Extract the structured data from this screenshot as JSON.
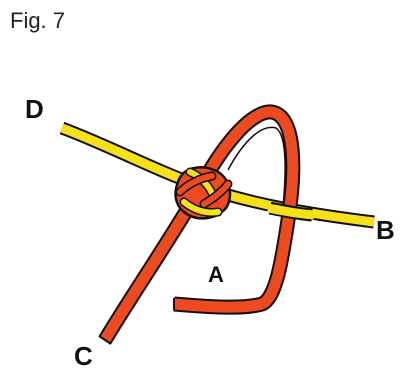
{
  "figure": {
    "title": "Fig. 7"
  },
  "labels": {
    "d": "D",
    "b": "B",
    "a": "A",
    "c": "C"
  },
  "colors": {
    "yellow_cord": "#f5e01a",
    "red_cord": "#ee4a1f",
    "outline": "#111111"
  }
}
